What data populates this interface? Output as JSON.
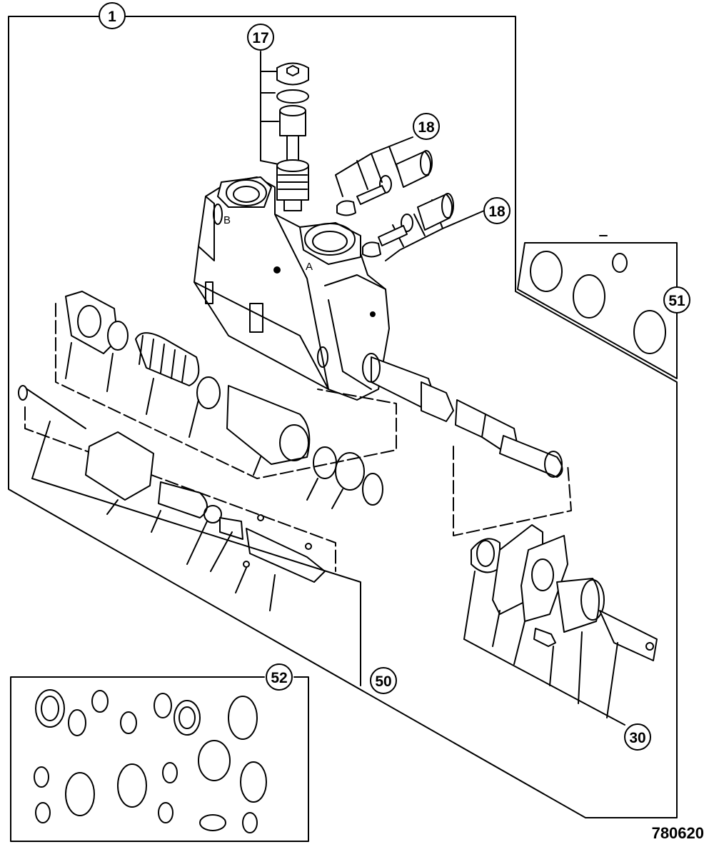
{
  "figure_number": "780620",
  "callouts": {
    "c1": "1",
    "c17": "17",
    "c18a": "18",
    "c18b": "18",
    "c51": "51",
    "c50": "50",
    "c52": "52",
    "c30": "30"
  },
  "ports": {
    "a": "A",
    "b": "B"
  }
}
